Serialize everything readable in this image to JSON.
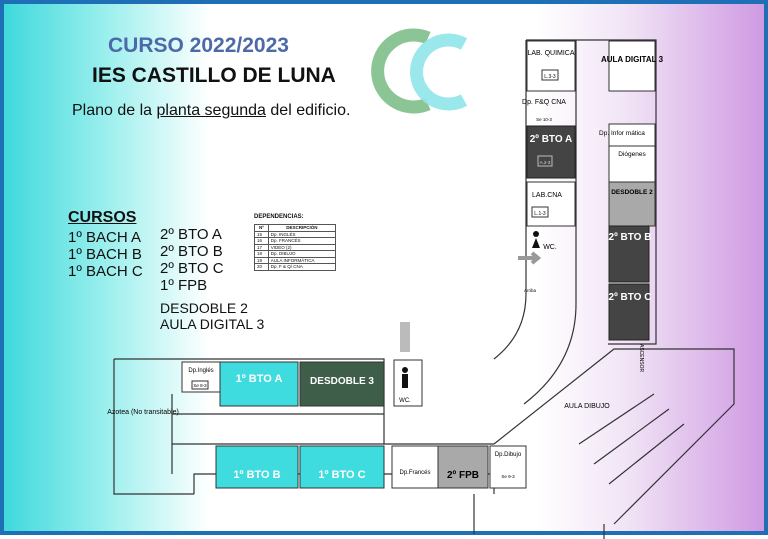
{
  "header": {
    "course": "CURSO 2022/2023",
    "school": "IES CASTILLO DE LUNA",
    "subtitle_pre": "Plano de la ",
    "subtitle_link": "planta segunda",
    "subtitle_post": " del edificio."
  },
  "cursos": {
    "heading": "CURSOS",
    "col1": [
      "1º BACH A",
      "1º BACH B",
      "1º BACH C"
    ],
    "col2": [
      "2º BTO A",
      "2º BTO B",
      "2º BTO C",
      "1º FPB"
    ],
    "col3": [
      "DESDOBLE 2",
      "AULA DIGITAL 3"
    ]
  },
  "dependencias": {
    "title": "DEPENDENCIAS:",
    "headers": [
      "Nº",
      "DESCRIPCIÓN"
    ],
    "rows": [
      [
        "15",
        "Dp. INGLÉS"
      ],
      [
        "16",
        "Dp. FRANCÉS"
      ],
      [
        "17",
        "VIDEO (2)"
      ],
      [
        "18",
        "Dp. DIBUJO"
      ],
      [
        "19",
        "AULA INFORMÁTICA"
      ],
      [
        "20",
        "Dp. F & Q/ CNA"
      ]
    ]
  },
  "rooms": {
    "lab_quimica": "LAB. QUIMICA",
    "l3_3": "L.3-3",
    "aula_digital": "AULA DIGITAL 3",
    "dp_fq": "Dp. F&Q CNA",
    "se_10_3": "Se 10-3",
    "bto_2a": "2º BTO A",
    "a_2_3": "A.2-3",
    "dp_informatica": "Dp. Infor mática",
    "diogenes": "Diógenes",
    "lab_cna": "LAB.CNA",
    "l1_3": "L.1-3",
    "desdoble2": "DESDOBLE 2",
    "wc": "WC.",
    "bto_2b": "2º BTO B",
    "bto_2c": "2º BTO C",
    "dp_ingles": "Dp.Inglés",
    "se_8_3": "Se 8-3",
    "bto_1a": "1º BTO A",
    "desdoble3": "DESDOBLE 3",
    "azotea": "Azotea (No transitable)",
    "bto_1b": "1º BTO B",
    "bto_1c": "1º BTO C",
    "dp_frances": "Dp.Francés",
    "fpb": "2º FPB",
    "dp_dibujo": "Dp.Dibujo",
    "se_9_3": "Se 9-3",
    "aula_dibujo": "AULA DIBUJO",
    "ascensor": "ASCENSOR",
    "arriba": "Arriba"
  },
  "colors": {
    "cyan_room": "#3fdcdf",
    "dark_room": "#444444",
    "green_room": "#3e5e49",
    "grey_room": "#a9a9a9",
    "title_blue": "#4d6aa8",
    "border_blue": "#1e6fb5"
  }
}
